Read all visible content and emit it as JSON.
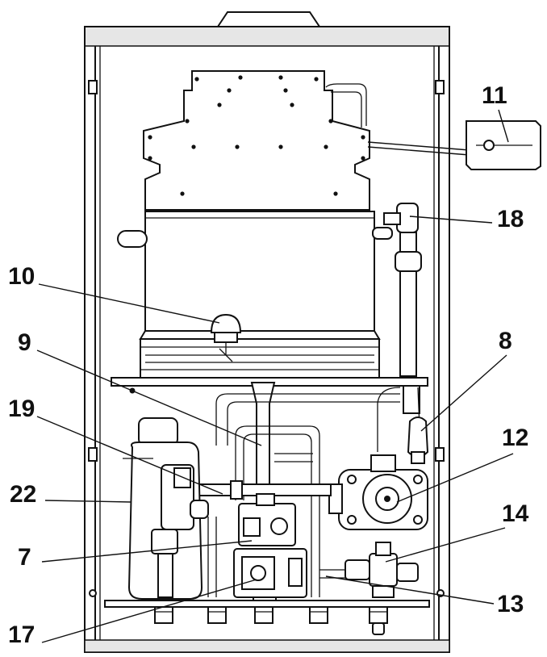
{
  "callouts": {
    "c11": "11",
    "c18": "18",
    "c10": "10",
    "c9": "9",
    "c8": "8",
    "c19": "19",
    "c12": "12",
    "c22": "22",
    "c14": "14",
    "c7": "7",
    "c13": "13",
    "c17": "17"
  },
  "colors": {
    "line": "#111111",
    "fill": "#ffffff",
    "shade": "#e6e6e6"
  }
}
